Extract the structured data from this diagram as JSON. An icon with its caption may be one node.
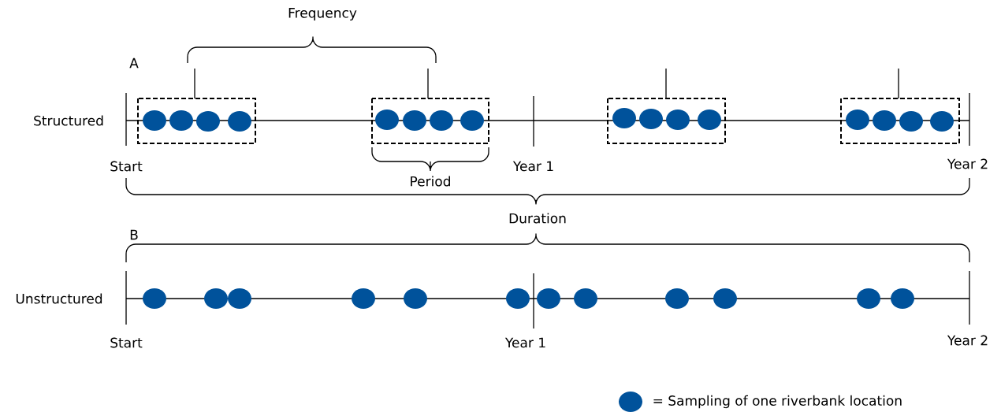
{
  "diagram": {
    "labels": [
      "Frequency",
      "A",
      "Structured",
      "Start",
      "Year 1",
      "Period",
      "Year 2",
      "Duration",
      "B",
      "Unstructured",
      "Start",
      "Year 1",
      "Year 2"
    ],
    "legend": [
      {
        "text": "= Sampling of one riverbank location",
        "color": "#00529b"
      }
    ]
  }
}
